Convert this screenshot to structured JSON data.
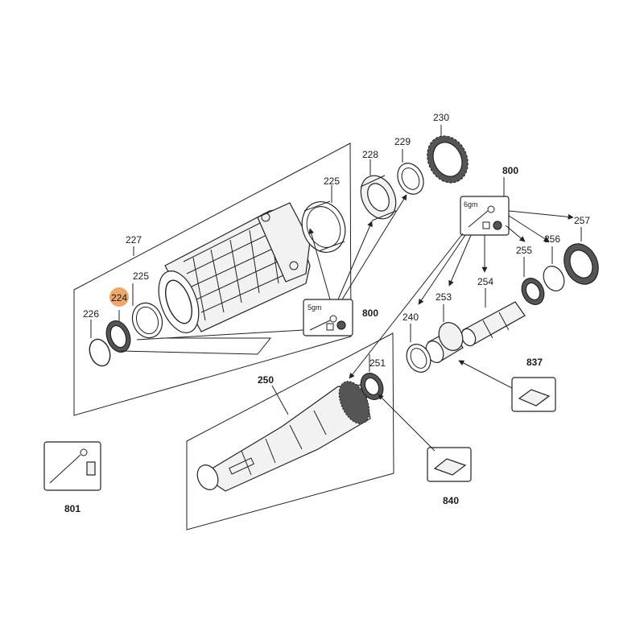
{
  "accent_color": "#f0a86a",
  "highlighted_part": "224",
  "parts": {
    "p224": "224",
    "p225a": "225",
    "p225b": "225",
    "p226": "226",
    "p227": "227",
    "p228": "228",
    "p229": "229",
    "p230": "230",
    "p240": "240",
    "p250": "250",
    "p251": "251",
    "p253": "253",
    "p254": "254",
    "p255": "255",
    "p256": "256",
    "p257": "257"
  },
  "kits": {
    "k800a": "800",
    "k800b": "800",
    "k801": "801",
    "k837": "837",
    "k840": "840"
  },
  "grease": {
    "g5": "5gm",
    "g6": "6gm"
  }
}
